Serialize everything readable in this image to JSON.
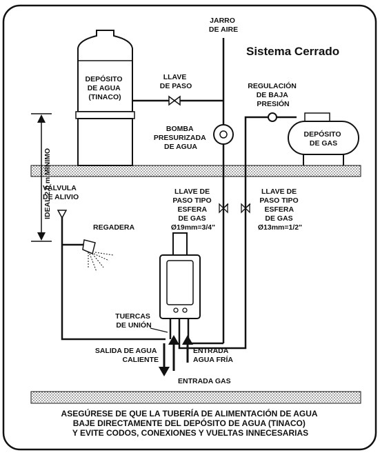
{
  "title": "Sistema Cerrado",
  "labels": {
    "tank_water": [
      "DEPÓSITO",
      "DE AGUA",
      "(TINACO)"
    ],
    "air_jar": [
      "JARRO",
      "DE AIRE"
    ],
    "valve": [
      "LLAVE",
      "DE PASO"
    ],
    "regulator": [
      "REGULACIÓN",
      "DE BAJA",
      "PRESIÓN"
    ],
    "pump": [
      "BOMBA",
      "PRESURIZADA",
      "DE AGUA"
    ],
    "gas_tank": [
      "DEPÓSITO",
      "DE GAS"
    ],
    "height": "IDEAL 2,0 m MÍNIMO",
    "relief_valve": [
      "VÁLVULA",
      "DE ALIVIO"
    ],
    "shower": "REGADERA",
    "ball_valve_water": [
      "LLAVE DE",
      "PASO TIPO",
      "ESFERA",
      "DE GAS",
      "Ø19mm=3/4\""
    ],
    "ball_valve_gas": [
      "LLAVE DE",
      "PASO TIPO",
      "ESFERA",
      "DE GAS",
      "Ø13mm=1/2\""
    ],
    "union_nuts": [
      "TUERCAS",
      "DE UNIÓN"
    ],
    "hot_out": [
      "SALIDA DE AGUA",
      "CALIENTE"
    ],
    "cold_in": [
      "ENTRADA",
      "AGUA FRÍA"
    ],
    "gas_in": "ENTRADA GAS"
  },
  "note": [
    "ASEGÚRESE DE QUE LA TUBERÍA DE ALIMENTACIÓN DE AGUA",
    "BAJE DIRECTAMENTE DEL DEPÓSITO DE AGUA (TINACO)",
    "Y EVITE CODOS, CONEXIONES Y VUELTAS INNECESARIAS"
  ]
}
